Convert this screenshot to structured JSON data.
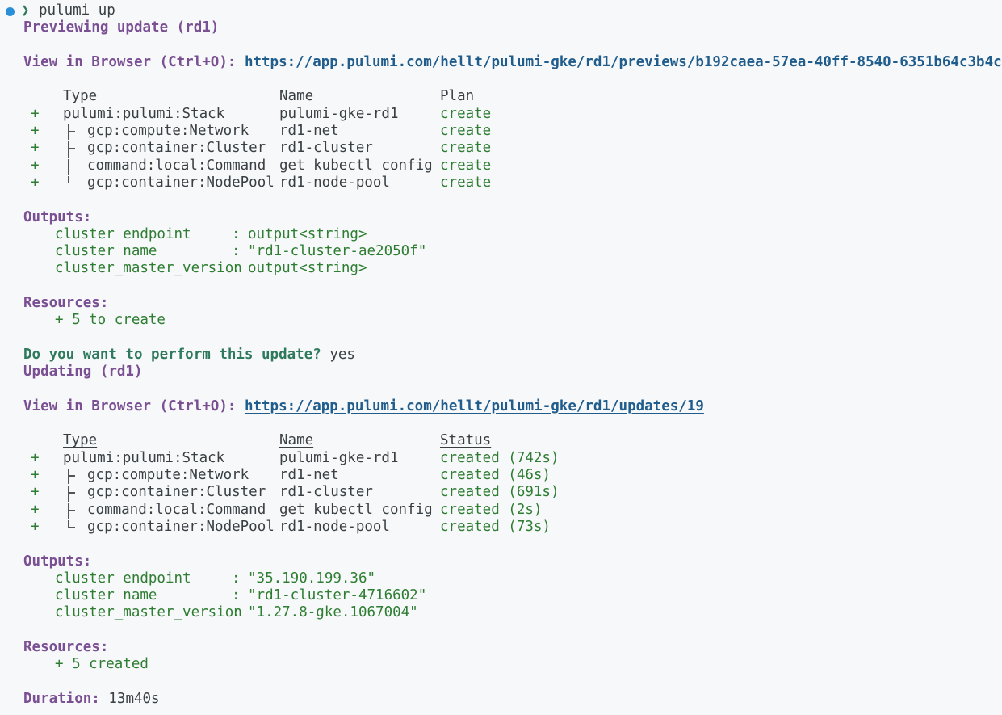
{
  "prompt": {
    "command": "pulumi up",
    "chevron": "❯"
  },
  "preview": {
    "heading": "Previewing update (rd1)",
    "view_label": "View in Browser (Ctrl+O):",
    "view_url": "https://app.pulumi.com/hellt/pulumi-gke/rd1/previews/b192caea-57ea-40ff-8540-6351b64c3b4c",
    "columns": {
      "type": "Type",
      "name": "Name",
      "status": "Plan"
    },
    "rows": [
      {
        "sign": "+",
        "type": "pulumi:pulumi:Stack",
        "name": "pulumi-gke-rd1",
        "status": "create",
        "tree": "none"
      },
      {
        "sign": "+",
        "type": "gcp:compute:Network",
        "name": "rd1-net",
        "status": "create",
        "tree": "branch"
      },
      {
        "sign": "+",
        "type": "gcp:container:Cluster",
        "name": "rd1-cluster",
        "status": "create",
        "tree": "branch"
      },
      {
        "sign": "+",
        "type": "command:local:Command",
        "name": "get kubectl config",
        "status": "create",
        "tree": "branch"
      },
      {
        "sign": "+",
        "type": "gcp:container:NodePool",
        "name": "rd1-node-pool",
        "status": "create",
        "tree": "last"
      }
    ],
    "outputs_label": "Outputs:",
    "outputs": [
      {
        "key": "cluster endpoint",
        "sep": ":",
        "value": "output<string>"
      },
      {
        "key": "cluster name",
        "sep": ":",
        "value": "\"rd1-cluster-ae2050f\""
      },
      {
        "key": "cluster_master_version",
        "sep": ":",
        "value": "output<string>"
      }
    ],
    "resources_label": "Resources:",
    "resources_summary": "+ 5 to create"
  },
  "confirm": {
    "question": "Do you want to perform this update?",
    "answer": "yes"
  },
  "update": {
    "heading": "Updating (rd1)",
    "view_label": "View in Browser (Ctrl+O):",
    "view_url": "https://app.pulumi.com/hellt/pulumi-gke/rd1/updates/19",
    "columns": {
      "type": "Type",
      "name": "Name",
      "status": "Status"
    },
    "rows": [
      {
        "sign": "+",
        "type": "pulumi:pulumi:Stack",
        "name": "pulumi-gke-rd1",
        "status": "created (742s)",
        "tree": "none"
      },
      {
        "sign": "+",
        "type": "gcp:compute:Network",
        "name": "rd1-net",
        "status": "created (46s)",
        "tree": "branch"
      },
      {
        "sign": "+",
        "type": "gcp:container:Cluster",
        "name": "rd1-cluster",
        "status": "created (691s)",
        "tree": "branch"
      },
      {
        "sign": "+",
        "type": "command:local:Command",
        "name": "get kubectl config",
        "status": "created (2s)",
        "tree": "branch"
      },
      {
        "sign": "+",
        "type": "gcp:container:NodePool",
        "name": "rd1-node-pool",
        "status": "created (73s)",
        "tree": "last"
      }
    ],
    "outputs_label": "Outputs:",
    "outputs": [
      {
        "key": "cluster endpoint",
        "sep": ":",
        "value": "\"35.190.199.36\""
      },
      {
        "key": "cluster name",
        "sep": ":",
        "value": "\"rd1-cluster-4716602\""
      },
      {
        "key": "cluster_master_version",
        "sep": ":",
        "value": "\"1.27.8-gke.1067004\""
      }
    ],
    "resources_label": "Resources:",
    "resources_summary": "+ 5 created"
  },
  "duration": {
    "label": "Duration:",
    "value": "13m40s"
  },
  "colors": {
    "background": "#f6f8f9",
    "heading_purple": "#7a4f93",
    "output_green": "#2e7d32",
    "link_blue": "#205c8c",
    "prompt_dot": "#2a8fd8"
  }
}
